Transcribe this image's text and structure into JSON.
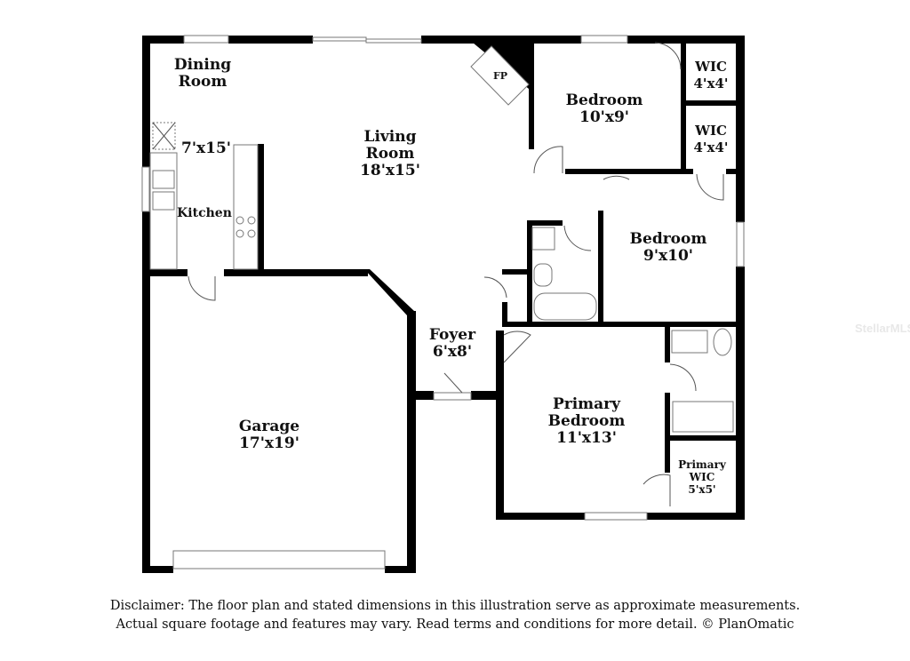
{
  "rooms": {
    "dining": {
      "name_line1": "Dining",
      "name_line2": "Room"
    },
    "kitchen": {
      "name": "Kitchen",
      "size": "7'x15'"
    },
    "living": {
      "name_line1": "Living",
      "name_line2": "Room",
      "size": "18'x15'"
    },
    "fireplace": {
      "name": "FP"
    },
    "bedroom1": {
      "name": "Bedroom",
      "size": "10'x9'"
    },
    "wic1": {
      "name": "WIC",
      "size": "4'x4'"
    },
    "wic2": {
      "name": "WIC",
      "size": "4'x4'"
    },
    "bedroom2": {
      "name": "Bedroom",
      "size": "9'x10'"
    },
    "foyer": {
      "name": "Foyer",
      "size": "6'x8'"
    },
    "garage": {
      "name": "Garage",
      "size": "17'x19'"
    },
    "primary_bedroom": {
      "name_line1": "Primary",
      "name_line2": "Bedroom",
      "size": "11'x13'"
    },
    "primary_wic": {
      "name_line1": "Primary",
      "name_line2": "WIC",
      "size": "5'x5'"
    }
  },
  "disclaimer": {
    "line1": "Disclaimer: The floor plan and stated dimensions in this illustration serve as approximate measurements.",
    "line2": "Actual square footage and features may vary. Read terms and conditions for more detail. © PlanOmatic"
  },
  "watermark": "StellarMLS"
}
